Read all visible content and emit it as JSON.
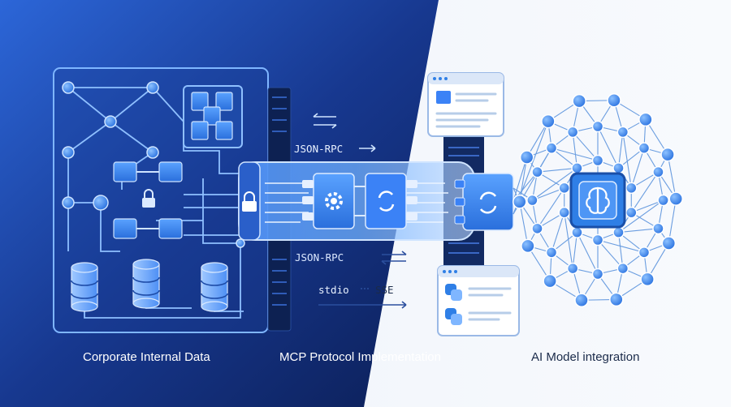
{
  "captions": {
    "left": "Corporate Internal Data",
    "center": "MCP Protocol Implementation",
    "right": "AI Model integration"
  },
  "protocol_labels": {
    "top": "JSON-RPC",
    "bottom": "JSON-RPC",
    "transport_left": "stdio",
    "transport_right": "SSE"
  },
  "colors": {
    "background_left": "#0f2a6e",
    "background_left_light": "#2457c9",
    "background_right": "#f4f7fc",
    "accent_blue": "#3b82f6",
    "line_light": "#8fc0ff",
    "node_blue": "#2f7fe6",
    "text_light": "#ffffff",
    "text_dark": "#1b2b4a"
  },
  "icons": {
    "lock": "lock-icon",
    "gear": "gear-icon",
    "sync": "sync-icon",
    "brain": "brain-icon",
    "database": "database-icon",
    "python": "python-icon",
    "arrows": "bidirectional-arrow-icon"
  }
}
